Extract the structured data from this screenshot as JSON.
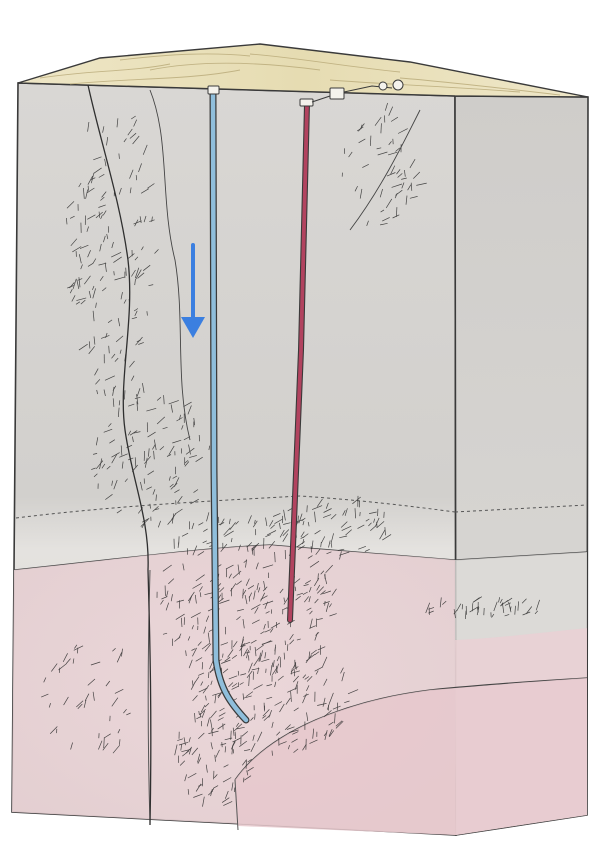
{
  "figure": {
    "elements": [
      "rock-block",
      "sandy-top-layer",
      "surface-equipment",
      "injection-well-blue",
      "production-well-red",
      "flow-direction-arrow",
      "fracture-network",
      "deep-pink-layer"
    ]
  },
  "colors": {
    "background": "#ffffff",
    "rock_front": "#d6d4d1",
    "rock_side": "#cdcbc8",
    "rock_top": "#e9dfb8",
    "pink_layer": "#ead6d8",
    "pink_deep": "#e9cfd3",
    "injection_well": "#8fbedb",
    "production_well": "#b2435f",
    "arrow": "#3b7fe0",
    "fracture": "#2a2a2a",
    "outline": "#3a3a3a"
  },
  "labels": {}
}
